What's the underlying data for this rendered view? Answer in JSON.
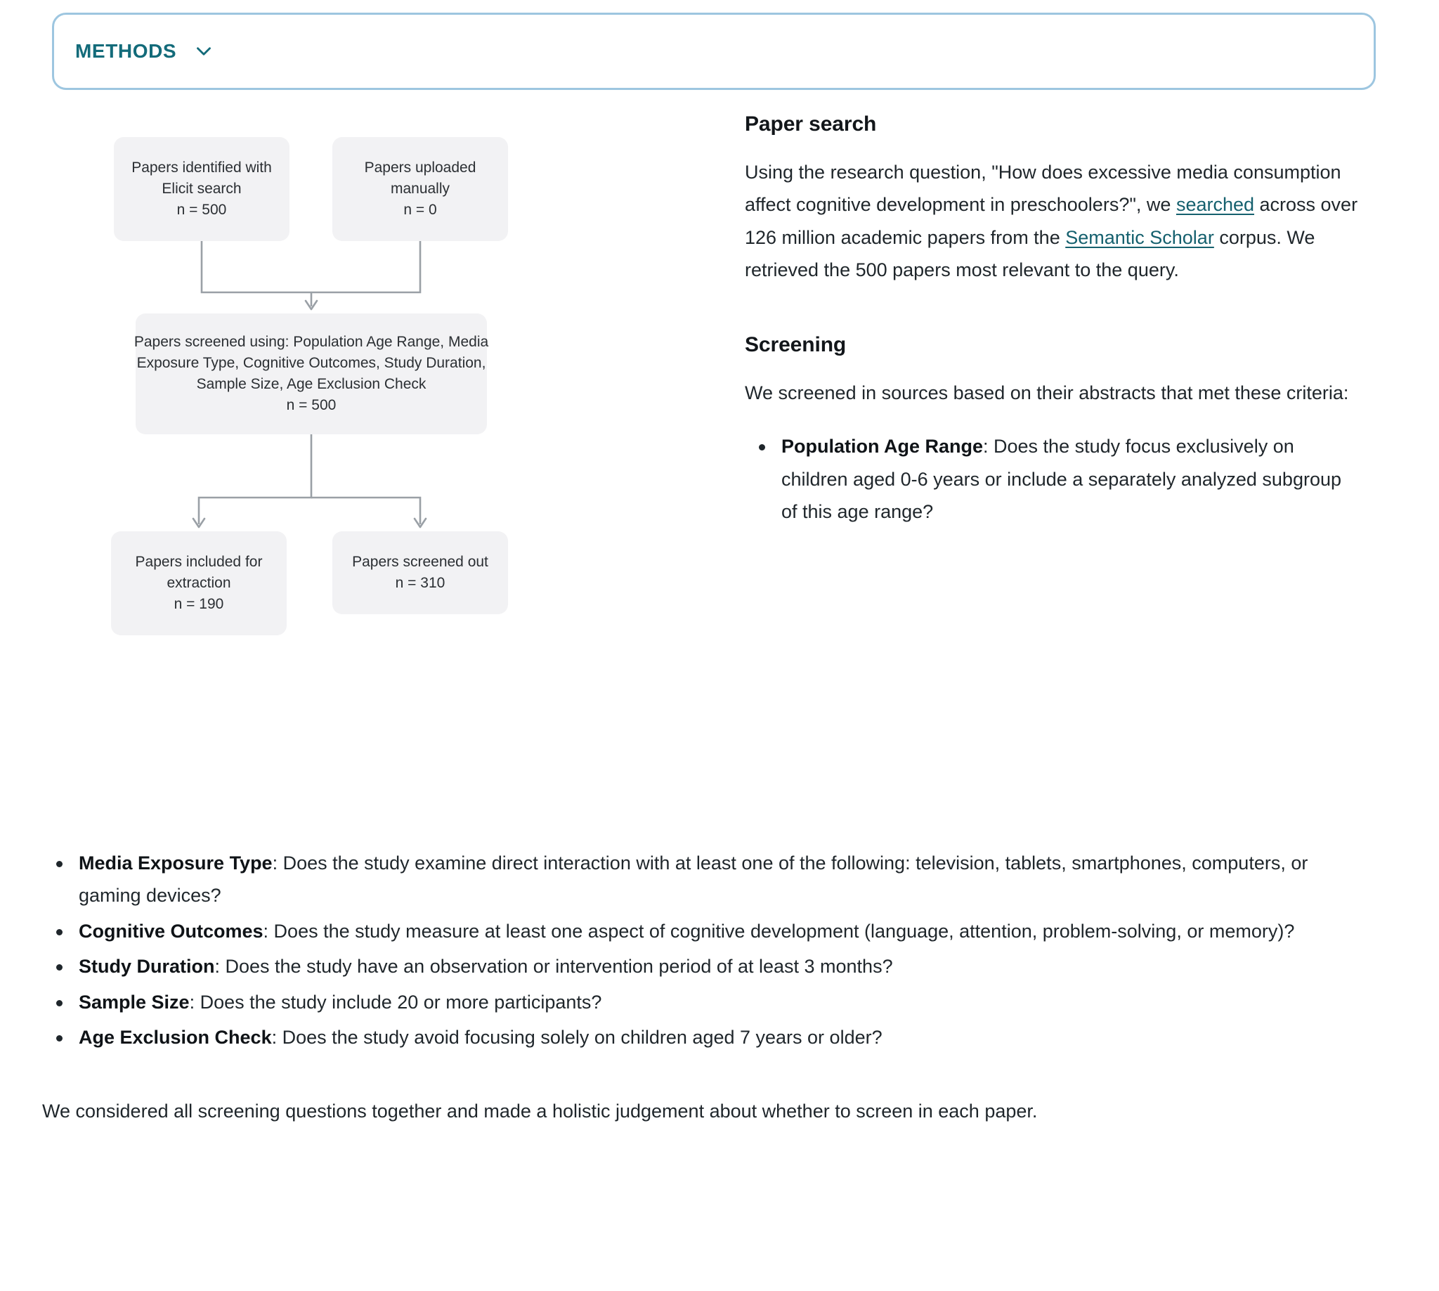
{
  "accordion": {
    "title": "METHODS",
    "chevron_icon": "chevron-down-icon",
    "border_color": "#9dc6e0",
    "title_color": "#136b7a"
  },
  "flow_diagram": {
    "type": "prisma-flow",
    "nodes": [
      {
        "id": "identified-elicit",
        "lines": [
          "Papers identified with",
          "Elicit search"
        ],
        "count_label": "n = 500",
        "count": 500
      },
      {
        "id": "uploaded-manually",
        "lines": [
          "Papers uploaded",
          "manually"
        ],
        "count_label": "n = 0",
        "count": 0
      },
      {
        "id": "screened",
        "lines": [
          "Papers screened using: Population Age Range, Media",
          "Exposure Type, Cognitive Outcomes, Study Duration,",
          "Sample Size, Age Exclusion Check"
        ],
        "count_label": "n = 500",
        "count": 500
      },
      {
        "id": "included-for-extraction",
        "lines": [
          "Papers included for",
          "extraction"
        ],
        "count_label": "n = 190",
        "count": 190
      },
      {
        "id": "screened-out",
        "lines": [
          "Papers screened out"
        ],
        "count_label": "n = 310",
        "count": 310
      }
    ],
    "node_bg": "#f2f2f4",
    "connector_color": "#9aa0a6"
  },
  "paper_search": {
    "heading": "Paper search",
    "text_before_link1": "Using the research question, \"How does excessive media consumption affect cognitive development in preschoolers?\", we ",
    "link1": "searched",
    "text_between": " across over 126 million academic papers from the ",
    "link2": "Semantic Scholar",
    "text_after": " corpus. We retrieved the 500 papers most relevant to the query."
  },
  "screening": {
    "heading": "Screening",
    "intro": "We screened in sources based on their abstracts that met these criteria:",
    "criteria_primary": [
      {
        "name": "Population Age Range",
        "question": ": Does the study focus exclusively on children aged 0-6 years or include a separately analyzed subgroup of this age range?"
      }
    ],
    "criteria_rest": [
      {
        "name": "Media Exposure Type",
        "question": ": Does the study examine direct interaction with at least one of the following: television, tablets, smartphones, computers, or gaming devices?"
      },
      {
        "name": "Cognitive Outcomes",
        "question": ": Does the study measure at least one aspect of cognitive development (language, attention, problem-solving, or memory)?"
      },
      {
        "name": "Study Duration",
        "question": ": Does the study have an observation or intervention period of at least 3 months?"
      },
      {
        "name": "Sample Size",
        "question": ": Does the study include 20 or more participants?"
      },
      {
        "name": "Age Exclusion Check",
        "question": ": Does the study avoid focusing solely on children aged 7 years or older?"
      }
    ],
    "closing": "We considered all screening questions together and made a holistic judgement about whether to screen in each paper."
  },
  "colors": {
    "link": "#15606e",
    "accent": "#136b7a",
    "node_background": "#f2f2f4",
    "page_background": "#ffffff"
  }
}
